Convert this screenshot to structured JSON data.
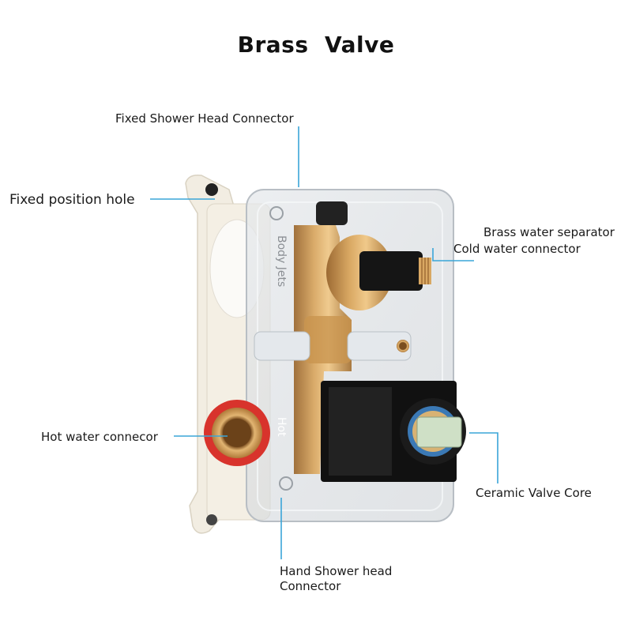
{
  "title": "Brass  Valve",
  "labels": {
    "fixed_shower_head_connector": "Fixed Shower Head Connector",
    "fixed_position_hole": "Fixed position hole",
    "brass_water_separator": "Brass water separator",
    "cold_water_connector": "Cold water connector",
    "hot_water_connector": "Hot water connecor",
    "ceramic_valve_core": "Ceramic Valve Core",
    "hand_shower_head_connector_line1": "Hand Shower head",
    "hand_shower_head_connector_line2": "Connector"
  },
  "molded_text": {
    "body_jets": "Body Jets",
    "hot": "Hot"
  },
  "colors": {
    "leader_line": "#3aa5d8",
    "brass": "#c8934e",
    "red_seal": "#d8332c",
    "frame": "#f1ece0",
    "handle": "#111111"
  }
}
